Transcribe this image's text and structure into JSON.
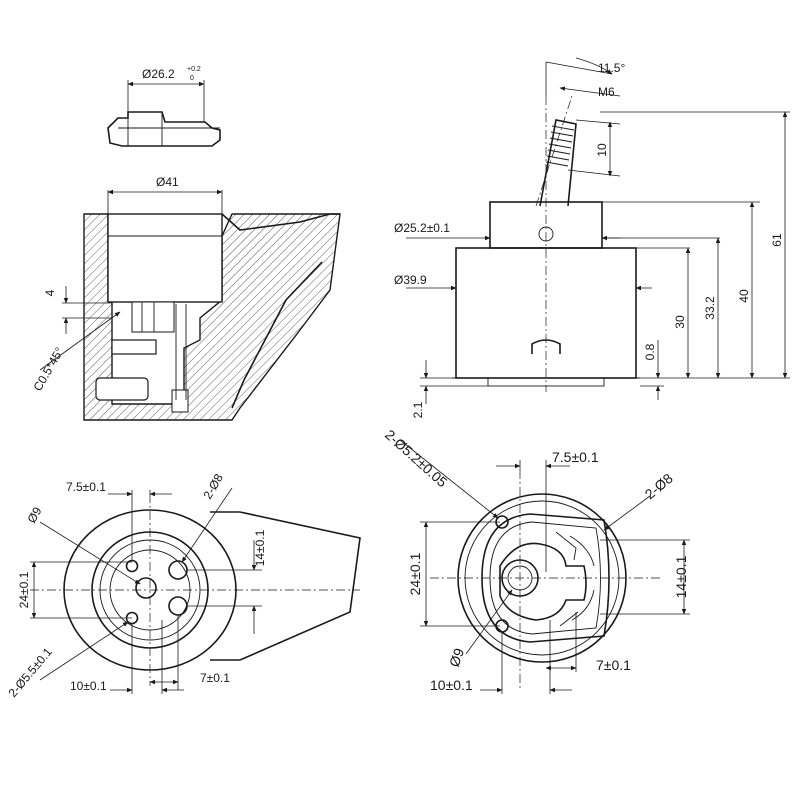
{
  "top_left": {
    "dia_top": "Ø26.2",
    "tol_upper": "+0.2",
    "tol_lower": "0",
    "dia_body": "Ø41",
    "depth": "4",
    "chamfer": "C0.5*45°"
  },
  "top_right": {
    "angle": "11.5°",
    "thread": "M6",
    "thread_len": "10",
    "dia_neck": "Ø25.2±0.1",
    "dia_body": "Ø39.9",
    "h_small": "0.8",
    "h_30": "30",
    "h_33": "33.2",
    "h_40": "40",
    "h_61": "61",
    "h_base": "2.1"
  },
  "bottom_left": {
    "d_top": "7.5±0.1",
    "holes_8": "2-Ø8",
    "center_9": "Ø9",
    "d_14": "14±0.1",
    "d_24": "24±0.1",
    "holes_55": "2-Ø5.5±0.1",
    "d_10": "10±0.1",
    "d_7": "7±0.1"
  },
  "bottom_right": {
    "holes_52": "2-Ø5.2±0.05",
    "d_top": "7.5±0.1",
    "holes_8": "2-Ø8",
    "d_24": "24±0.1",
    "d_14": "14±0.1",
    "center_9": "Ø9",
    "d_7": "7±0.1",
    "d_10": "10±0.1"
  }
}
